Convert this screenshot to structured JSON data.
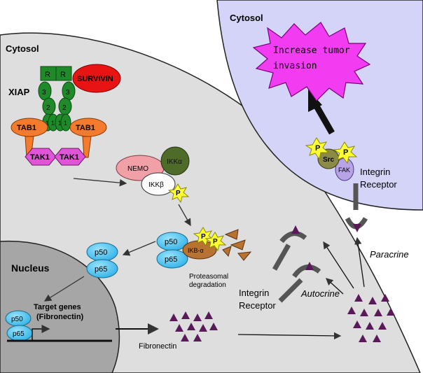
{
  "colors": {
    "left_cell": "#dedede",
    "nucleus": "#a6a6a6",
    "right_cell": "#d4d4f8",
    "xiap_green": "#1f8a2a",
    "survivin_red": "#e81414",
    "tab1_orange": "#f47a2e",
    "tak1_magenta": "#e054d8",
    "p50_p65_blue": "#4ec3ef",
    "ikba_brown": "#b87333",
    "src_olive": "#8b8b45",
    "fak_lavender": "#b7a3e6",
    "burst_magenta": "#f23cf2",
    "phospho_yellow": "#ffff33",
    "ligand_purple": "#5a1a5a"
  },
  "labels": {
    "cytosol_left": "Cytosol",
    "cytosol_right": "Cytosol",
    "xiap": "XIAP",
    "survivin": "SURVIVIN",
    "r1": "R",
    "r2": "R",
    "xiap_3a": "3",
    "xiap_3b": "3",
    "xiap_2a": "2",
    "xiap_2b": "2",
    "xiap_1a": "1",
    "xiap_1b": "1",
    "xiap_1c": "1",
    "xiap_1d": "1",
    "tab1_left": "TAB1",
    "tab1_right": "TAB1",
    "tak1_left": "TAK1",
    "tak1_right": "TAK1",
    "nemo": "NEMO",
    "ikka": "IKKα",
    "ikkb": "IKKβ",
    "p": "P",
    "p50_top": "p50",
    "p65_top": "p65",
    "p50_mid": "p50",
    "p65_mid": "p65",
    "p50_nuc": "p50",
    "p65_nuc": "p65",
    "ikb": "IKB-α",
    "proteasomal_1": "Proteasomal",
    "proteasomal_2": "degradation",
    "nucleus": "Nucleus",
    "target_1": "Target genes",
    "target_2": "(Fibronectin)",
    "fibronectin": "Fibronectin",
    "integrin_rec_1": "Integrin",
    "integrin_rec_2": "Receptor",
    "autocrine": "Autocrine",
    "paracrine": "Paracrine",
    "src": "Src",
    "fak": "FAK",
    "integrin_right_1": "Integrin",
    "integrin_right_2": "Receptor",
    "invasion_1": "Increase tumor",
    "invasion_2": "invasion"
  }
}
